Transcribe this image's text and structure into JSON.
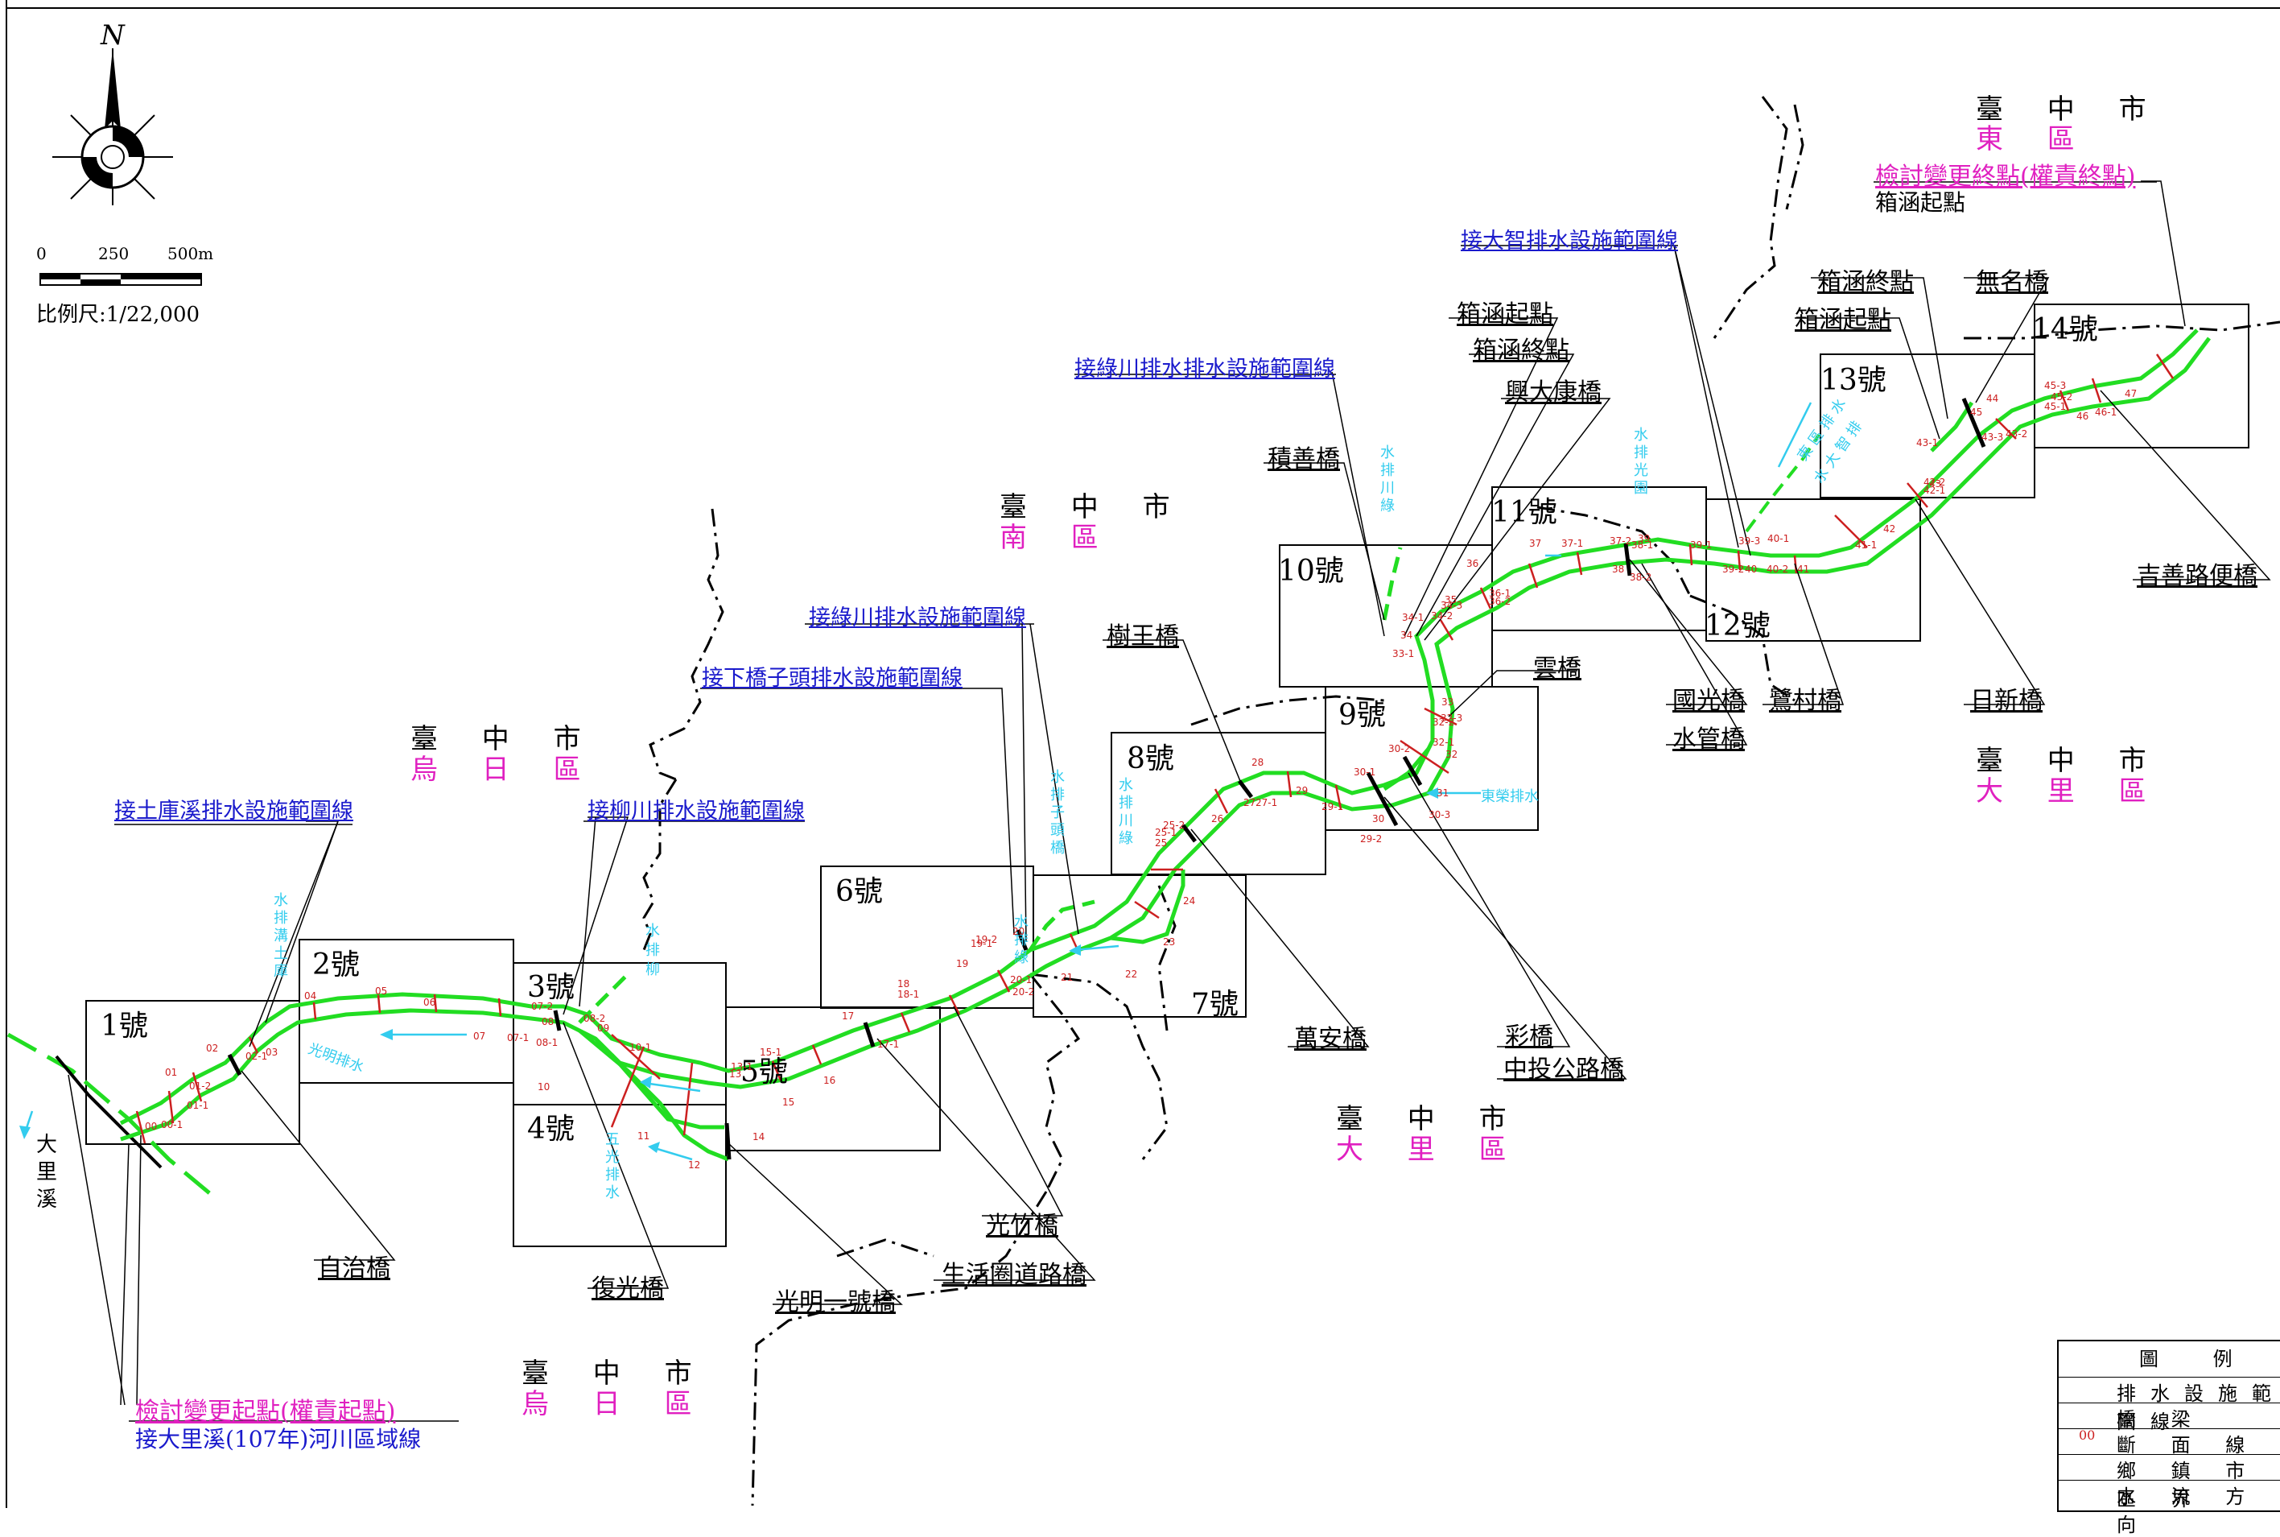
{
  "north": {
    "letter": "N"
  },
  "scale": {
    "ticks": [
      "0",
      "250",
      "500m"
    ],
    "label": "比例尺:1/22,000"
  },
  "districts": [
    {
      "id": "wuri1",
      "city": "臺 中 市",
      "district": "烏 日 區"
    },
    {
      "id": "nan",
      "city": "臺 中 市",
      "district": "南 區"
    },
    {
      "id": "dong",
      "city": "臺 中 市",
      "district": "東 區"
    },
    {
      "id": "dali1",
      "city": "臺 中 市",
      "district": "大 里 區"
    },
    {
      "id": "dali2",
      "city": "臺 中 市",
      "district": "大 里 區"
    },
    {
      "id": "wuri2",
      "city": "臺 中 市",
      "district": "烏 日 區"
    }
  ],
  "sheets": [
    "1號",
    "2號",
    "3號",
    "4號",
    "5號",
    "6號",
    "7號",
    "8號",
    "9號",
    "10號",
    "11號",
    "12號",
    "13號",
    "14號"
  ],
  "blue_labels": [
    "接土庫溪排水設施範圍線",
    "接柳川排水設施範圍線",
    "接綠川排水設施範圍線",
    "接下橋子頭排水設施範圍線",
    "接綠川排水排水設施範圍線",
    "接大智排水設施範圍線"
  ],
  "bridges": [
    "自治橋",
    "復光橋",
    "光明一號橋",
    "光竹橋",
    "生活圈道路橋",
    "萬安橋",
    "樹王橋",
    "彩橋",
    "中投公路橋",
    "雲橋",
    "積善橋",
    "箱涵起點",
    "箱涵終點",
    "興大康橋",
    "國光橋",
    "水管橋",
    "鷺村橋",
    "日新橋",
    "吉善路便橋",
    "無名橋",
    "箱涵終點",
    "箱涵起點"
  ],
  "start": {
    "title": "檢討變更起點(權責起點)",
    "sub": "接大里溪(107年)河川區域線"
  },
  "end": {
    "title": "檢討變更終點(權責終點)",
    "sub": "箱涵起點"
  },
  "river": {
    "name": "大里溪"
  },
  "flows": [
    "水 排 溝 土 庫",
    "光明排水",
    "水 排 柳",
    "五光排水",
    "水 排 子 頭 橋",
    "水 排 川 綠",
    "水 排 綠",
    "水 排 川 綠",
    "水 排 光 園",
    "東 區 排 水",
    "水 大 智 排",
    "東榮排水"
  ],
  "sections": [
    "00",
    "00-1",
    "01",
    "01-1",
    "01-2",
    "02",
    "02-1",
    "03",
    "04",
    "05",
    "06",
    "07",
    "07-1",
    "07-2",
    "08",
    "08-1",
    "08-2",
    "09",
    "10",
    "10-1",
    "11",
    "12",
    "13",
    "13-1",
    "14",
    "15",
    "15-1",
    "16",
    "17",
    "17-1",
    "18",
    "18-1",
    "19",
    "19-1",
    "19-2",
    "20",
    "20-1",
    "20-2",
    "21",
    "22",
    "23",
    "24",
    "25",
    "25-1",
    "25-2",
    "26",
    "27",
    "27-1",
    "28",
    "29",
    "29-1",
    "29-2",
    "30",
    "30-1",
    "30-2",
    "30-3",
    "31",
    "32",
    "32-1",
    "32-2",
    "32-3",
    "33",
    "33-1",
    "34",
    "34-1",
    "34-2",
    "34-3",
    "35",
    "36",
    "36-1",
    "36-2",
    "37",
    "37-1",
    "37-2",
    "38",
    "38-1",
    "38-2",
    "39",
    "39-1",
    "39-2",
    "39-3",
    "40",
    "40-1",
    "40-2",
    "41",
    "41-1",
    "42",
    "42-1",
    "42-2",
    "43",
    "43-1",
    "43-2",
    "43-3",
    "44",
    "45",
    "45-1",
    "45-2",
    "45-3",
    "46",
    "46-1",
    "47"
  ],
  "legend": {
    "title": "圖 例",
    "items": [
      "排水設施範圍線",
      "橋 梁",
      "斷 面 線",
      "鄉 鎮 市 區 界",
      "水 流 方 向"
    ],
    "section_sample": "00"
  },
  "colors": {
    "channel": "#22dd22",
    "section": "#cc2020",
    "boundary": "#000000",
    "flow": "#33ccee",
    "pink": "#e020c0",
    "blue": "#1a1acc"
  }
}
